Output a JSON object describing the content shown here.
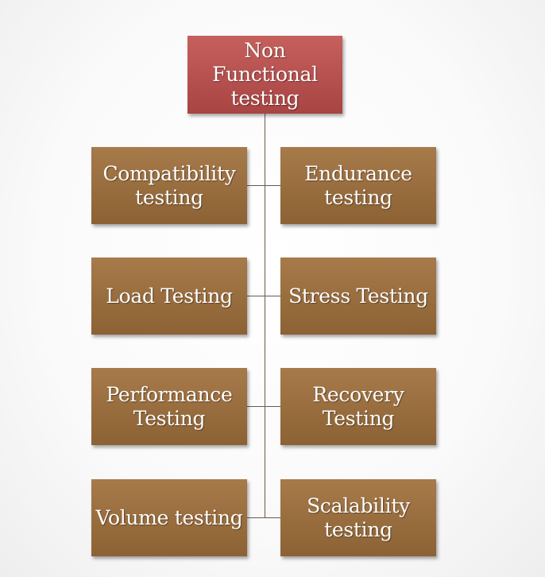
{
  "diagram": {
    "root": {
      "label": "Non Functional testing",
      "color": "#b34f4c"
    },
    "child_color": "#976c3e",
    "connector_color": "#6b5a4a",
    "children": [
      {
        "label": "Compatibility testing",
        "side": "left",
        "row": 1
      },
      {
        "label": "Endurance testing",
        "side": "right",
        "row": 1
      },
      {
        "label": "Load Testing",
        "side": "left",
        "row": 2
      },
      {
        "label": "Stress Testing",
        "side": "right",
        "row": 2
      },
      {
        "label": "Performance Testing",
        "side": "left",
        "row": 3
      },
      {
        "label": "Recovery Testing",
        "side": "right",
        "row": 3
      },
      {
        "label": "Volume testing",
        "side": "left",
        "row": 4
      },
      {
        "label": "Scalability testing",
        "side": "right",
        "row": 4
      }
    ]
  }
}
